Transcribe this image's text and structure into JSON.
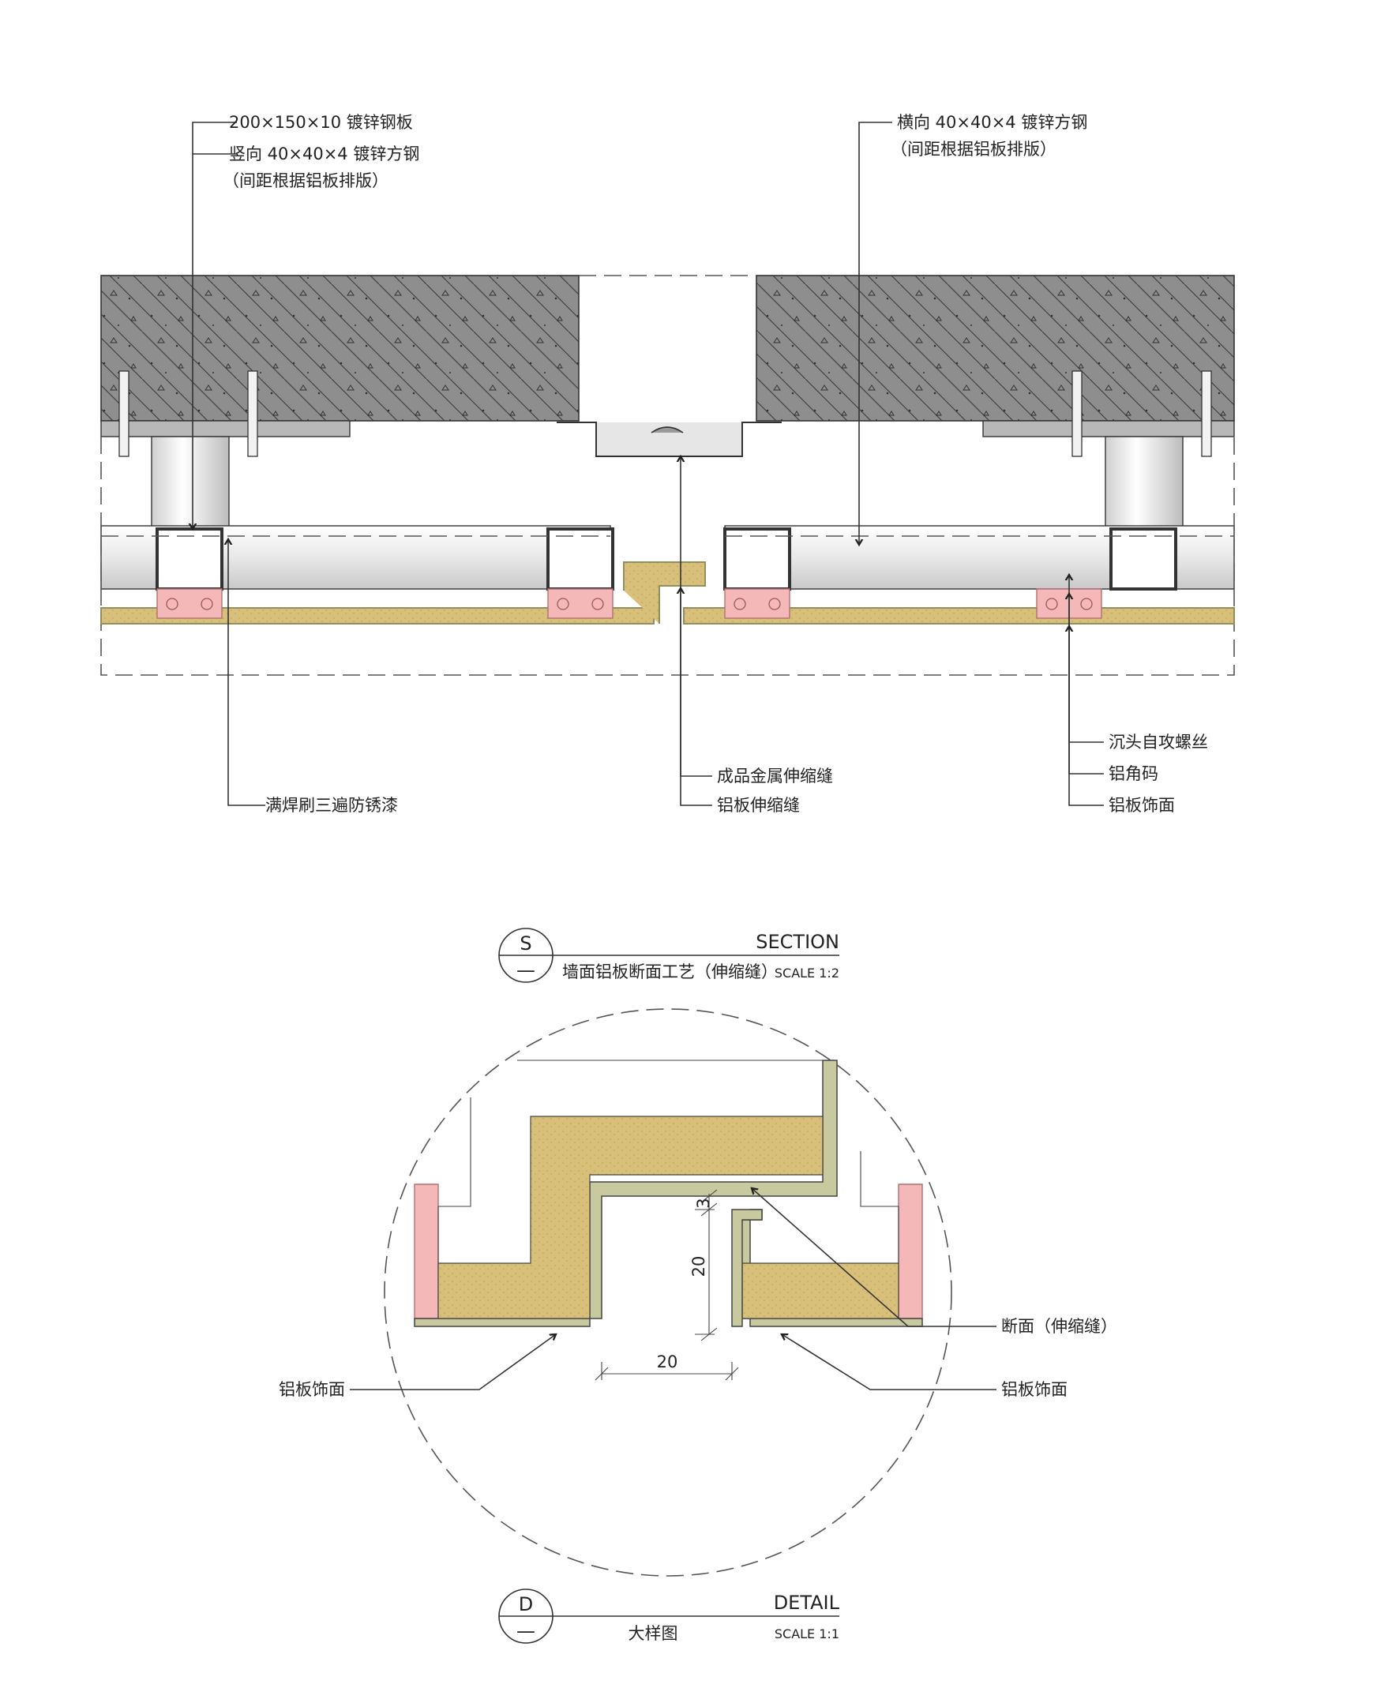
{
  "section": {
    "labels": {
      "steel_plate": "200×150×10 镀锌钢板",
      "vertical_steel": "竖向 40×40×4 镀锌方钢",
      "vertical_spacing": "（间距根据铝板排版）",
      "horizontal_steel": "横向 40×40×4 镀锌方钢",
      "horizontal_spacing": "（间距根据铝板排版）",
      "weld_paint": "满焊刷三遍防锈漆",
      "metal_joint": "成品金属伸缩缝",
      "aluminum_joint": "铝板伸缩缝",
      "screw": "沉头自攻螺丝",
      "angle_clip": "铝角码",
      "aluminum_finish": "铝板饰面"
    },
    "title": {
      "symbol": "S",
      "symbol_sub": "—",
      "kind": "SECTION",
      "name": "墙面铝板断面工艺（伸缩缝）",
      "scale": "SCALE 1:2"
    }
  },
  "detail": {
    "labels": {
      "finish_left": "铝板饰面",
      "finish_right": "铝板饰面",
      "joint_section": "断面（伸缩缝）"
    },
    "dimensions": {
      "gap_top": "3",
      "gap_height": "20",
      "gap_width": "20"
    },
    "title": {
      "symbol": "D",
      "symbol_sub": "—",
      "kind": "DETAIL",
      "name": "大样图",
      "scale": "SCALE 1:1"
    }
  },
  "colors": {
    "concrete": "#8e8e8e",
    "panel_core": "#d9c07a",
    "panel_skin": "#c9c9a0",
    "clip": "#f4b8b8",
    "steel_tube": "#e6e6e6"
  }
}
